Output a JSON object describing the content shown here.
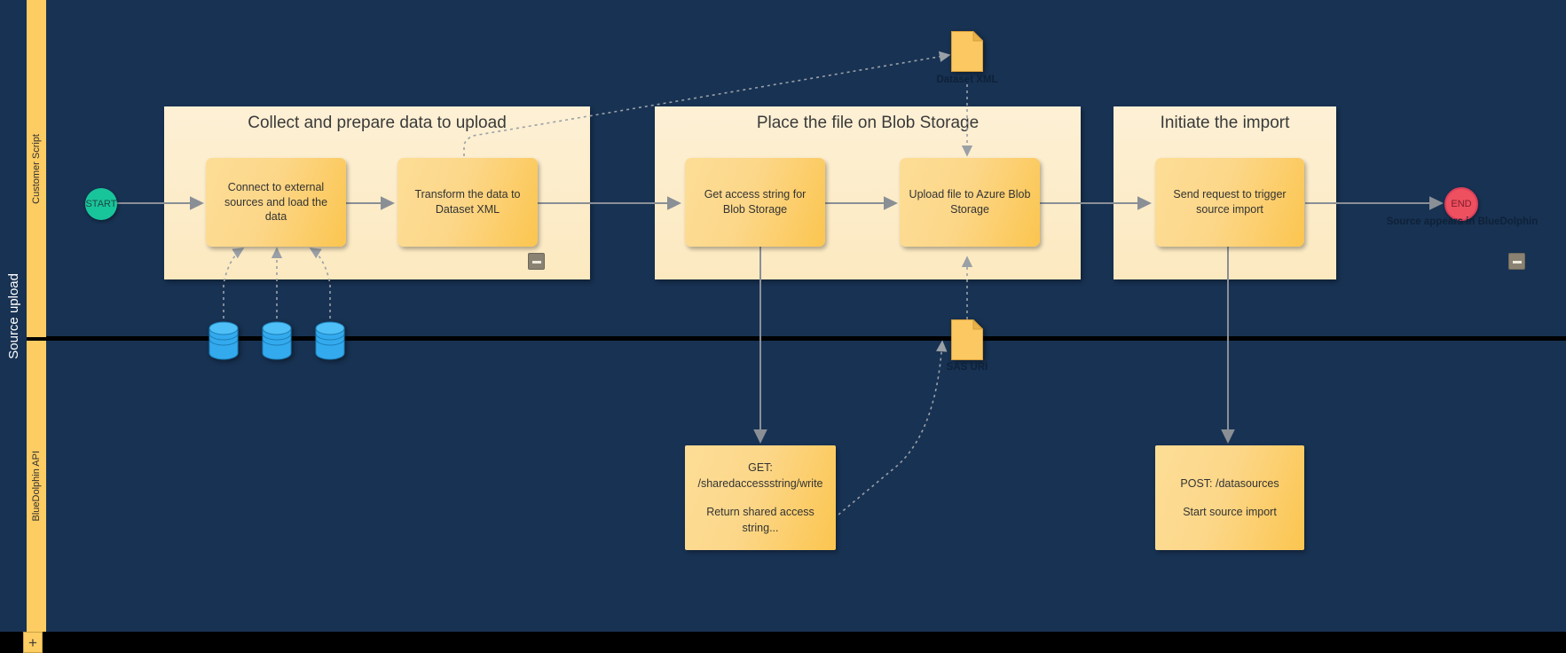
{
  "pool": {
    "title": "Source upload"
  },
  "lanes": [
    {
      "label": "Customer Script"
    },
    {
      "label": "BlueDolphin API"
    }
  ],
  "add_lane_button": "+",
  "events": {
    "start": {
      "label": "START"
    },
    "end": {
      "label": "END",
      "annotation": "Source appears in BlueDolphin"
    }
  },
  "groups": [
    {
      "title": "Collect and prepare data to upload",
      "collapse": "−"
    },
    {
      "title": "Place the file on Blob Storage",
      "collapse": "−"
    },
    {
      "title": "Initiate the import",
      "collapse": "−"
    }
  ],
  "tasks": [
    {
      "label": "Connect to external sources and load the data"
    },
    {
      "label": "Transform the data to Dataset XML"
    },
    {
      "label": "Get access string for Blob Storage"
    },
    {
      "label": "Upload file to Azure Blob Storage"
    },
    {
      "label": "Send request to trigger source import"
    }
  ],
  "data_objects": [
    {
      "label": "Dataset XML",
      "icon": "document-icon"
    },
    {
      "label": "SAS URI",
      "icon": "document-icon"
    }
  ],
  "datastores": [
    {
      "icon": "database-icon"
    },
    {
      "icon": "database-icon"
    },
    {
      "icon": "database-icon"
    }
  ],
  "messages": [
    {
      "line1": "GET:",
      "line2": "/sharedaccessstring/write",
      "line3": "Return shared access string..."
    },
    {
      "line1": "POST: /datasources",
      "line3": "Start source import"
    }
  ],
  "colors": {
    "canvas": "#183253",
    "lane_header": "#FDCC63",
    "group_fill": "#FDF0D5",
    "task_fill": "#FCD789",
    "start": "#18c59b",
    "end": "#ef5060",
    "database": "#33AAEE",
    "document": "#FBC862",
    "connector": "#8a8f96"
  }
}
